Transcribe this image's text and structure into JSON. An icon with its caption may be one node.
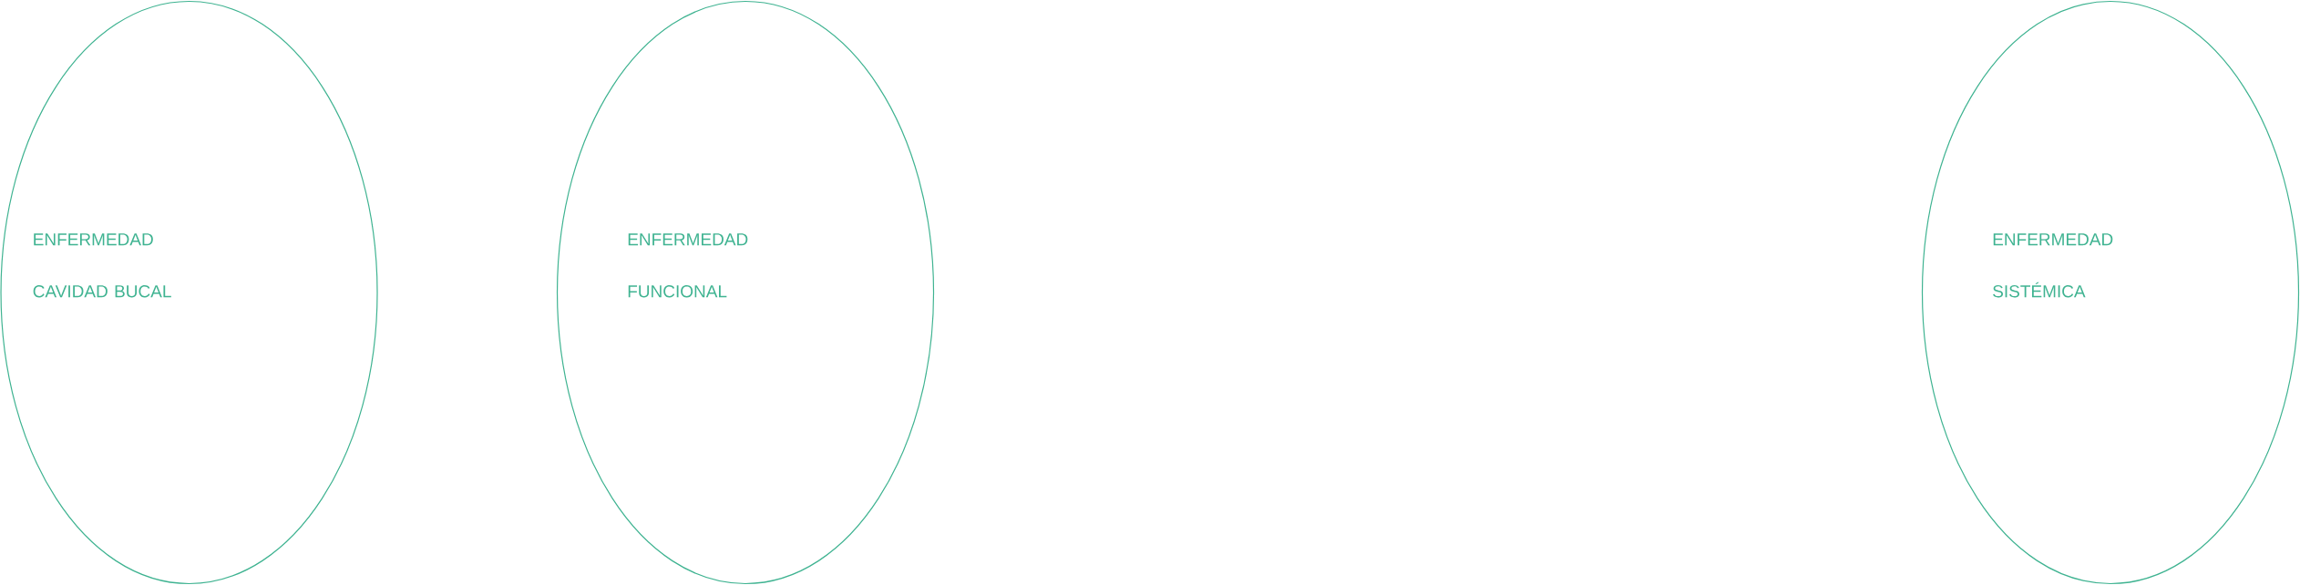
{
  "diagram": {
    "nodes": [
      {
        "text": [
          "ENFERMEDAD CAVIDAD BUCAL"
        ]
      },
      {
        "text": [
          "ENFERMEDAD FUNCIONAL"
        ]
      },
      {
        "text": [
          "ENFERMEDAD SISTÉMICA"
        ]
      }
    ]
  }
}
